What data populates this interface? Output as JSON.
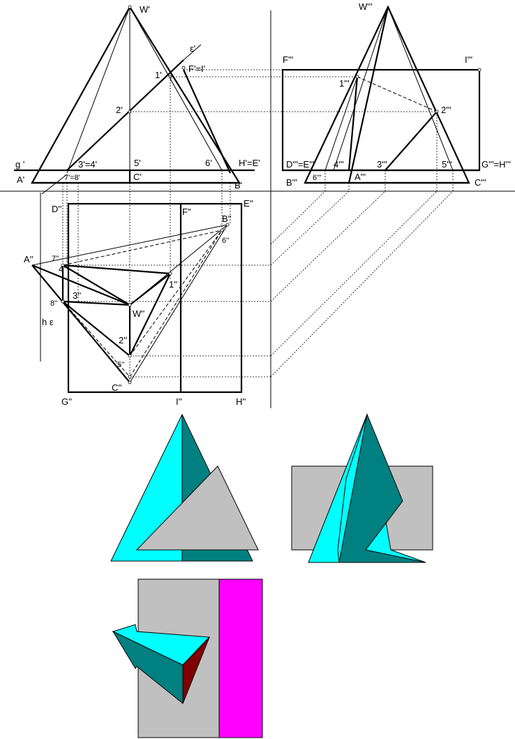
{
  "colors": {
    "cyan": "#00ffff",
    "teal": "#008080",
    "gray": "#c0c0c0",
    "magenta": "#ff00ff",
    "dark_red": "#800000",
    "line": "#000000"
  },
  "labels": {
    "W1": "W'",
    "W3": "W'''",
    "eps1": "ε'",
    "F1I1": "F'=I'",
    "p1_1": "1'",
    "p2_1": "2'",
    "g1": "g '",
    "p34_1": "3'=4'",
    "p5_1": "5'",
    "p6_1": "6'",
    "H1E1": "H'=E'",
    "A1": "A'",
    "p78_1": "7'=8'",
    "C1": "C'",
    "B1": "B'",
    "F3": "F'''",
    "I3": "I'''",
    "p1_3": "1'''",
    "p2_3": "2'''",
    "D3E3": "D'''=E'''",
    "p4_3": "4'''",
    "p3_3": "3'''",
    "p5_3": "5'''",
    "G3H3": "G'''=H'''",
    "B3": "B'''",
    "p6_3": "6'''",
    "A3": "A'''",
    "C3": "C'''",
    "D2": "D''",
    "F2": "F''",
    "E2": "E''",
    "B2": "B''",
    "p6_2": "6''",
    "A2": "A''",
    "p7_2": "7''",
    "p4_2": "4''",
    "p1_2": "1''",
    "p8_2": "8''",
    "p3_2": "3''",
    "W2": "W''",
    "h_eps": "h ε",
    "p2_2": "2''",
    "p5_2": "5''",
    "C2": "C''",
    "G2": "G''",
    "I2": "I''",
    "H2": "H''"
  }
}
